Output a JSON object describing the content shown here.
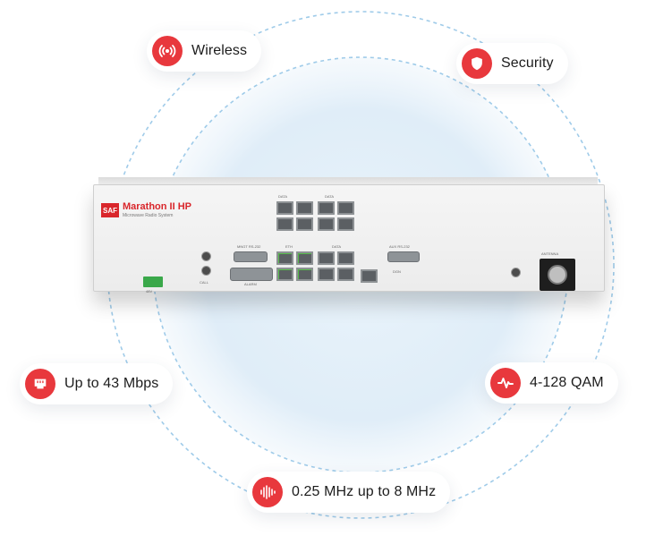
{
  "features": [
    {
      "label": "Wireless",
      "icon": "wireless-icon"
    },
    {
      "label": "Security",
      "icon": "shield-icon"
    },
    {
      "label": "Up to 43 Mbps",
      "icon": "ethernet-port-icon"
    },
    {
      "label": "4-128 QAM",
      "icon": "waveform-pulse-icon"
    },
    {
      "label": "0.25 MHz up to 8 MHz",
      "icon": "frequency-bars-icon"
    }
  ],
  "device": {
    "logo": "SAF",
    "brand": "Marathon II HP",
    "brand_sub": "Microwave Radio System",
    "port_labels": [
      "DATA",
      "DATA",
      "MNGT RS-232",
      "ETH",
      "DATA",
      "AUX RS-232",
      "ALARM",
      "ANTENNA",
      "CALL",
      "DGN",
      "48V"
    ]
  },
  "colors": {
    "accent": "#e8383d",
    "orbit": "#9fcbe9",
    "glow": "#d7e9f6"
  }
}
